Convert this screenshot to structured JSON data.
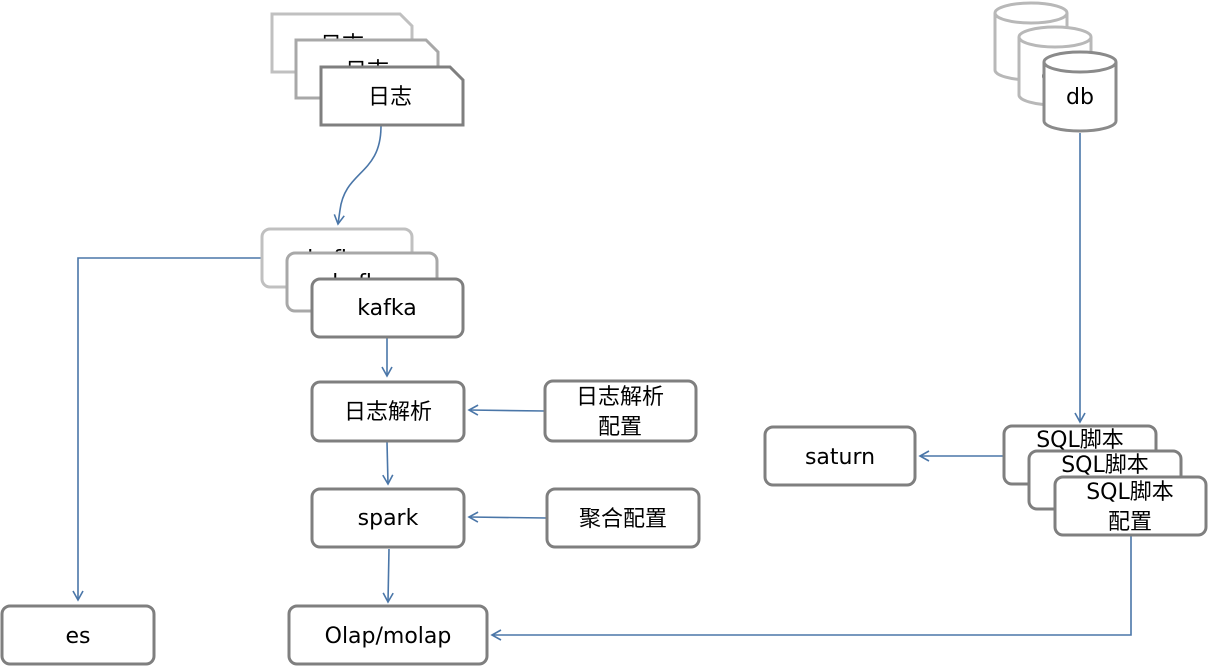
{
  "nodes": {
    "log_source": "日志",
    "kafka": "kafka",
    "log_parse": "日志解析",
    "log_parse_config": [
      "日志解析",
      "配置"
    ],
    "spark": "spark",
    "aggregate_config": "聚合配置",
    "es": "es",
    "olap": "Olap/molap",
    "db": "db",
    "saturn": "saturn",
    "sql_script": "SQL脚本",
    "sql_script_config": [
      "SQL脚本",
      "配置"
    ]
  },
  "colors": {
    "arrow": "#4a76a8",
    "border": "#7f7f7f"
  }
}
